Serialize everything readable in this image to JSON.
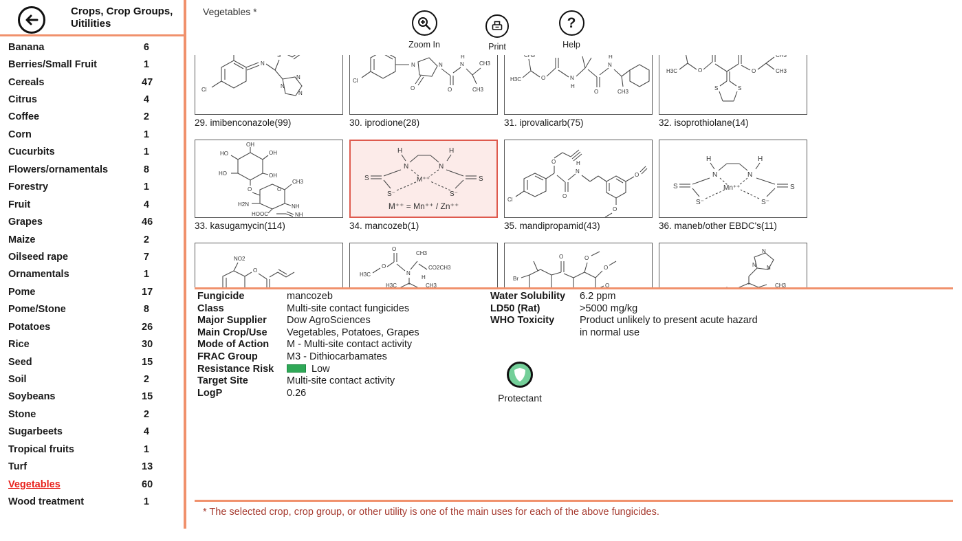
{
  "sidebar": {
    "title_line1": "Crops, Crop Groups,",
    "title_line2": "Uitilities",
    "items": [
      {
        "label": "Banana",
        "count": "6"
      },
      {
        "label": "Berries/Small Fruit",
        "count": "1"
      },
      {
        "label": "Cereals",
        "count": "47"
      },
      {
        "label": "Citrus",
        "count": "4"
      },
      {
        "label": "Coffee",
        "count": "2"
      },
      {
        "label": "Corn",
        "count": "1"
      },
      {
        "label": "Cucurbits",
        "count": "1"
      },
      {
        "label": "Flowers/ornamentals",
        "count": "8"
      },
      {
        "label": "Forestry",
        "count": "1"
      },
      {
        "label": "Fruit",
        "count": "4"
      },
      {
        "label": "Grapes",
        "count": "46"
      },
      {
        "label": "Maize",
        "count": "2"
      },
      {
        "label": "Oilseed rape",
        "count": "7"
      },
      {
        "label": "Ornamentals",
        "count": "1"
      },
      {
        "label": "Pome",
        "count": "17"
      },
      {
        "label": "Pome/Stone",
        "count": "8"
      },
      {
        "label": "Potatoes",
        "count": "26"
      },
      {
        "label": "Rice",
        "count": "30"
      },
      {
        "label": "Seed",
        "count": "15"
      },
      {
        "label": "Soil",
        "count": "2"
      },
      {
        "label": "Soybeans",
        "count": "15"
      },
      {
        "label": "Stone",
        "count": "2"
      },
      {
        "label": "Sugarbeets",
        "count": "4"
      },
      {
        "label": "Tropical fruits",
        "count": "1"
      },
      {
        "label": "Turf",
        "count": "13"
      },
      {
        "label": "Vegetables",
        "count": "60",
        "selected": true
      },
      {
        "label": "Wood treatment",
        "count": "1"
      }
    ]
  },
  "main": {
    "title": "Vegetables *",
    "toolbar": {
      "zoom_in": "Zoom In",
      "print": "Print",
      "help": "Help"
    },
    "cards": [
      {
        "label": "29. imibenconazole(99)"
      },
      {
        "label": "30. iprodione(28)"
      },
      {
        "label": "31. iprovalicarb(75)"
      },
      {
        "label": "32. isoprothiolane(14)"
      },
      {
        "label": "33. kasugamycin(114)"
      },
      {
        "label": "34. mancozeb(1)",
        "selected": true
      },
      {
        "label": "35. mandipropamid(43)"
      },
      {
        "label": "36. maneb/other EBDC's(11)"
      }
    ],
    "mancozeb_caption": "M⁺⁺ =  Mn⁺⁺ / Zn⁺⁺"
  },
  "details": {
    "left_rows": [
      {
        "label": "Fungicide",
        "value": "mancozeb"
      },
      {
        "label": "Class",
        "value": "Multi-site contact fungicides"
      },
      {
        "label": "Major Supplier",
        "value": "Dow AgroSciences"
      },
      {
        "label": "Main Crop/Use",
        "value": "Vegetables, Potatoes, Grapes"
      },
      {
        "label": "Mode of Action",
        "value": "M - Multi-site contact activity"
      },
      {
        "label": "FRAC Group",
        "value": "M3 - Dithiocarbamates"
      },
      {
        "label": "Resistance Risk",
        "value": "Low",
        "swatch_color": "#2FA857"
      },
      {
        "label": "Target Site",
        "value": "Multi-site contact activity"
      },
      {
        "label": "LogP",
        "value": "0.26"
      }
    ],
    "right_rows": [
      {
        "label": "Water Solubility",
        "value": "6.2 ppm"
      },
      {
        "label": "LD50 (Rat)",
        "value": ">5000 mg/kg"
      },
      {
        "label": "WHO Toxicity",
        "value": "Product unlikely to present acute hazard\nin normal use"
      }
    ],
    "protectant_label": "Protectant"
  },
  "footer_note": "* The selected crop, crop group, or other utility is one of the main uses for each of the above fungicides.",
  "colors": {
    "divider": "#F0916C",
    "selected_card_border": "#DE5A4E",
    "selected_card_bg": "#FCEBE9",
    "risk_low_green": "#2FA857",
    "protectant_green": "#74CF99",
    "footer_text": "#A63A2F",
    "selected_item_red": "#E8231D"
  }
}
